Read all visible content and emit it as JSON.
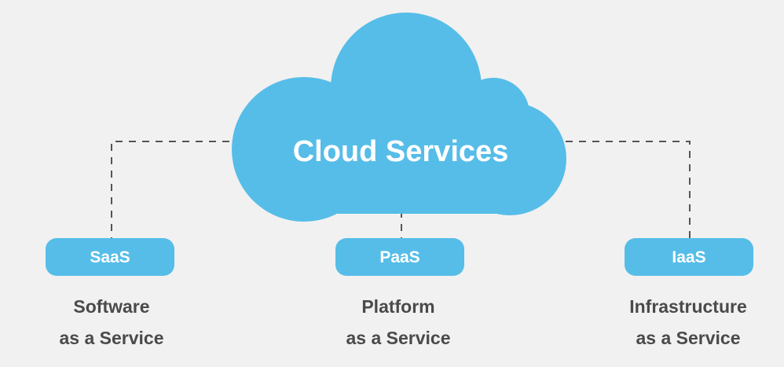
{
  "colors": {
    "background": "#f1f1f1",
    "cloud": "#56bde8",
    "pill": "#56bde8",
    "connector": "#555555",
    "label_text": "#ffffff",
    "description_text": "#4a4a4a"
  },
  "cloud": {
    "title": "Cloud Services"
  },
  "services": [
    {
      "abbr": "SaaS",
      "line1": "Software",
      "line2": "as a Service"
    },
    {
      "abbr": "PaaS",
      "line1": "Platform",
      "line2": "as a Service"
    },
    {
      "abbr": "IaaS",
      "line1": "Infrastructure",
      "line2": "as a Service"
    }
  ]
}
